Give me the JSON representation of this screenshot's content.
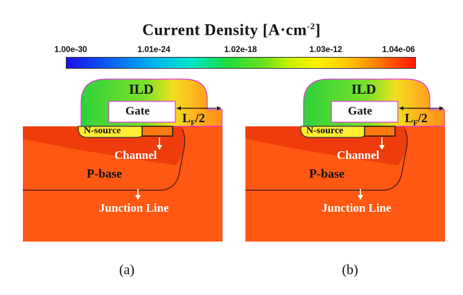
{
  "title": {
    "main": "Current Density [A·cm",
    "sup": "-2",
    "close": "]"
  },
  "colorbar": {
    "tick_labels": [
      "1.00e-30",
      "1.01e-24",
      "1.02e-18",
      "1.03e-12",
      "1.04e-06"
    ]
  },
  "panels": [
    {
      "ild": "ILD",
      "gate": "Gate",
      "lf_main": "L",
      "lf_sub": "F",
      "lf_tail": "/2",
      "nsource": "N-source",
      "channel": "Channel",
      "pbase": "P-base",
      "junction": "Junction Line",
      "caption": "(a)"
    },
    {
      "ild": "ILD",
      "gate": "Gate",
      "lf_main": "L",
      "lf_sub": "F",
      "lf_tail": "/2",
      "nsource": "N-source",
      "channel": "Channel",
      "pbase": "P-base",
      "junction": "Junction Line",
      "caption": "(b)"
    }
  ],
  "colors": {
    "silicon": "#ff5a10",
    "silicon_dark": "#ee3e0c",
    "nsource": "#ffee33",
    "ild_green": "#3ad43a",
    "ild_yellow": "#e6ea1e",
    "ild_orange": "#ff9a20",
    "outline": "#e030e0"
  }
}
